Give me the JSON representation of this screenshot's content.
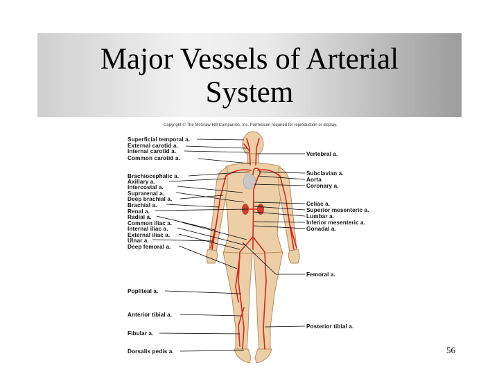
{
  "slide": {
    "title": "Major Vessels of Arterial\nSystem",
    "copyright": "Copyright © The McGraw-Hill Companies, Inc. Permission required for reproduction or display.",
    "page_number": "56"
  },
  "labels_left": [
    "Superficial temporal a.",
    "External carotid a.",
    "Internal carotid a.",
    "Common carotid a.",
    "Brachiocephalic a.",
    "Axillary a.",
    "Intercostal a.",
    "Suprarenal a.",
    "Deep brachial a.",
    "Brachial a.",
    "Renal a.",
    "Radial a.",
    "Common iliac a.",
    "Internal iliac a.",
    "External iliac a.",
    "Ulnar a.",
    "Deep femoral a.",
    "Popliteal a.",
    "Anterior tibial a.",
    "Fibular a.",
    "Dorsalis pedis a."
  ],
  "labels_right": [
    "Vertebral a.",
    "Subclavian a.",
    "Aorta",
    "Coronary a.",
    "Celiac a.",
    "Superior mesenteric a.",
    "Lumbar a.",
    "Inferior mesenteric a.",
    "Gonadal a.",
    "Femoral a.",
    "Posterior tibial a."
  ],
  "colors": {
    "title_bar_light": "#f2f2f2",
    "title_bar_dark": "#9c9c9c",
    "skin": "#eccfa6",
    "skin_outline": "#b98b5c",
    "artery": "#d9261c",
    "kidney": "#c8402f",
    "leader_line": "#000000"
  }
}
